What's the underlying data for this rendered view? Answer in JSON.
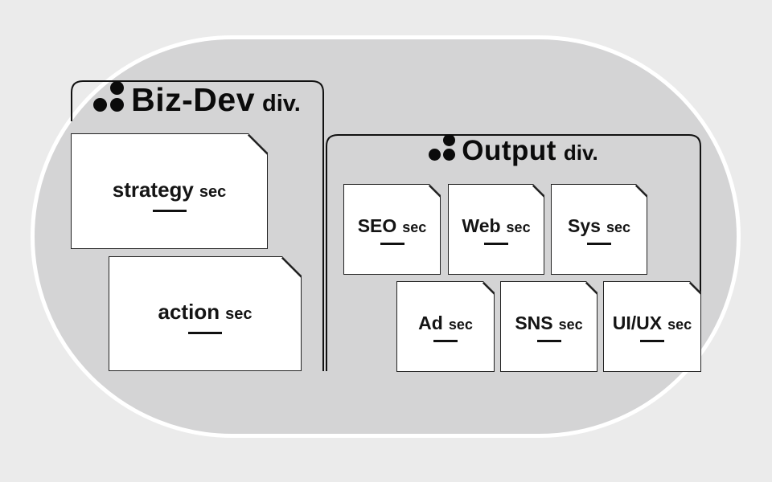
{
  "canvas": {
    "background_color": "#ebebeb",
    "blob_fill_color": "#d4d4d5",
    "blob_stroke_color": "#ffffff",
    "line_color": "#111111"
  },
  "divisions": [
    {
      "id": "bizdev",
      "logo_icon": "three-dots",
      "name": "Biz-Dev",
      "suffix": "div.",
      "sections": [
        {
          "name": "strategy",
          "suffix": "sec"
        },
        {
          "name": "action",
          "suffix": "sec"
        }
      ]
    },
    {
      "id": "output",
      "logo_icon": "three-dots",
      "name": "Output",
      "suffix": "div.",
      "sections": [
        {
          "name": "SEO",
          "suffix": "sec"
        },
        {
          "name": "Web",
          "suffix": "sec"
        },
        {
          "name": "Sys",
          "suffix": "sec"
        },
        {
          "name": "Ad",
          "suffix": "sec"
        },
        {
          "name": "SNS",
          "suffix": "sec"
        },
        {
          "name": "UI/UX",
          "suffix": "sec"
        }
      ]
    }
  ]
}
